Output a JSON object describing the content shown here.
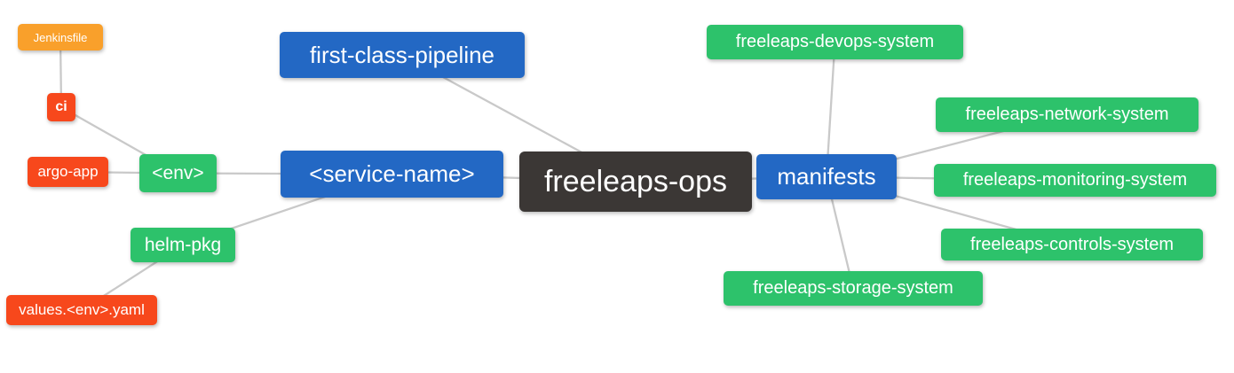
{
  "diagram": {
    "type": "mindmap",
    "root": "freeleaps-ops",
    "colors": {
      "dark": "#3B3735",
      "blue": "#2368C4",
      "green": "#2DC26B",
      "red": "#F7481C",
      "orange": "#F9A02B",
      "edge_gray": "#C9C9C9",
      "text": "#FFFFFF",
      "background": "#FFFFFF"
    },
    "nodes": {
      "freeleaps_ops": {
        "label": "freeleaps-ops",
        "level": 0,
        "color": "dark"
      },
      "first_class_pipeline": {
        "label": "first-class-pipeline",
        "level": 1,
        "color": "blue"
      },
      "service_name": {
        "label": "<service-name>",
        "level": 1,
        "color": "blue"
      },
      "manifests": {
        "label": "manifests",
        "level": 1,
        "color": "blue"
      },
      "env": {
        "label": "<env>",
        "level": 2,
        "color": "green"
      },
      "helm_pkg": {
        "label": "helm-pkg",
        "level": 2,
        "color": "green"
      },
      "ci": {
        "label": "ci",
        "level": 3,
        "color": "red"
      },
      "argo_app": {
        "label": "argo-app",
        "level": 3,
        "color": "red"
      },
      "values_env_yaml": {
        "label": "values.<env>.yaml",
        "level": 3,
        "color": "red"
      },
      "jenkinsfile": {
        "label": "Jenkinsfile",
        "level": 4,
        "color": "orange"
      },
      "devops_system": {
        "label": "freeleaps-devops-system",
        "level": 2,
        "color": "green"
      },
      "network_system": {
        "label": "freeleaps-network-system",
        "level": 2,
        "color": "green"
      },
      "monitoring_system": {
        "label": "freeleaps-monitoring-system",
        "level": 2,
        "color": "green"
      },
      "controls_system": {
        "label": "freeleaps-controls-system",
        "level": 2,
        "color": "green"
      },
      "storage_system": {
        "label": "freeleaps-storage-system",
        "level": 2,
        "color": "green"
      }
    },
    "edges": [
      [
        "jenkinsfile",
        "ci"
      ],
      [
        "ci",
        "env"
      ],
      [
        "argo_app",
        "env"
      ],
      [
        "env",
        "service_name"
      ],
      [
        "helm_pkg",
        "service_name"
      ],
      [
        "values_env_yaml",
        "helm_pkg"
      ],
      [
        "first_class_pipeline",
        "freeleaps_ops"
      ],
      [
        "service_name",
        "freeleaps_ops"
      ],
      [
        "freeleaps_ops",
        "manifests"
      ],
      [
        "manifests",
        "devops_system"
      ],
      [
        "manifests",
        "network_system"
      ],
      [
        "manifests",
        "monitoring_system"
      ],
      [
        "manifests",
        "controls_system"
      ],
      [
        "manifests",
        "storage_system"
      ]
    ]
  }
}
